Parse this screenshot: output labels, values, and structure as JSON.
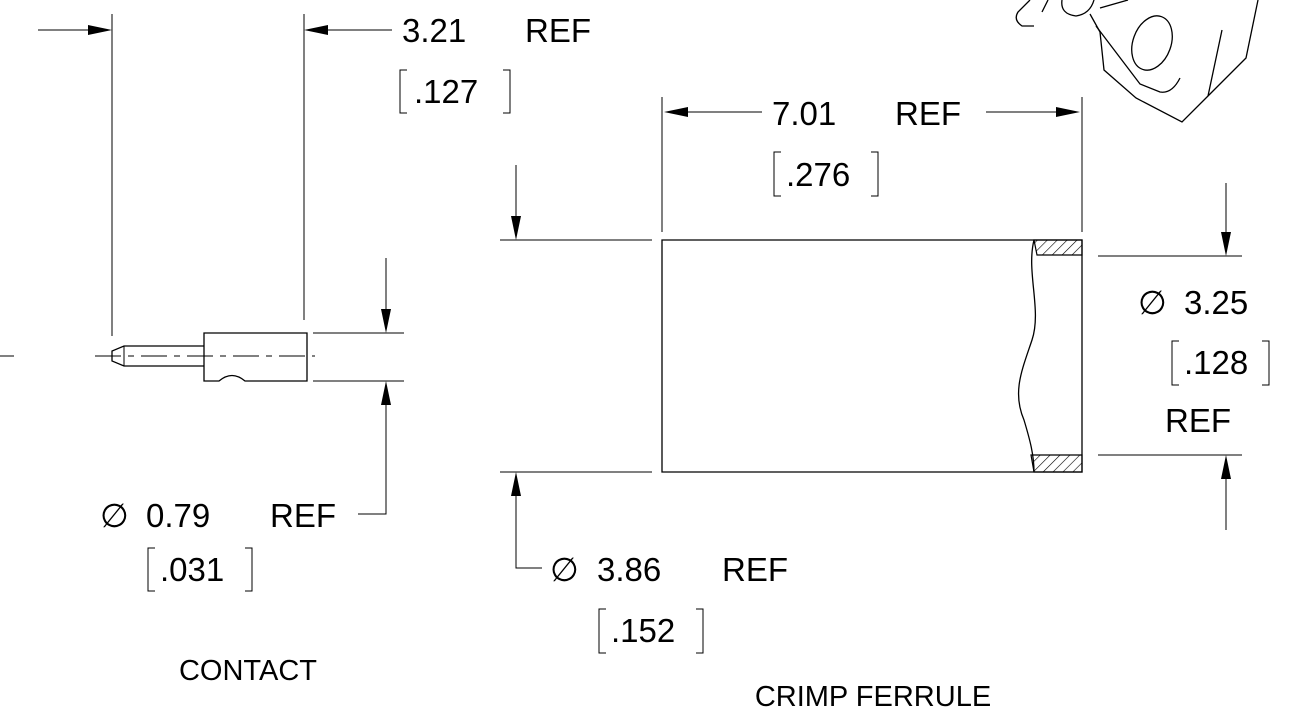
{
  "contact": {
    "length_dim": {
      "metric": "3.21",
      "ref": "REF",
      "inch": ".127"
    },
    "diameter_dim": {
      "symbol": "∅",
      "metric": "0.79",
      "ref": "REF",
      "inch": ".031"
    },
    "label": "CONTACT"
  },
  "ferrule": {
    "length_dim": {
      "metric": "7.01",
      "ref": "REF",
      "inch": ".276"
    },
    "outer_dim": {
      "symbol": "∅",
      "metric": "3.86",
      "ref": "REF",
      "inch": ".152"
    },
    "inner_dim": {
      "symbol": "∅",
      "metric": "3.25",
      "ref": "REF",
      "inch": ".128"
    },
    "label": "CRIMP FERRULE"
  }
}
